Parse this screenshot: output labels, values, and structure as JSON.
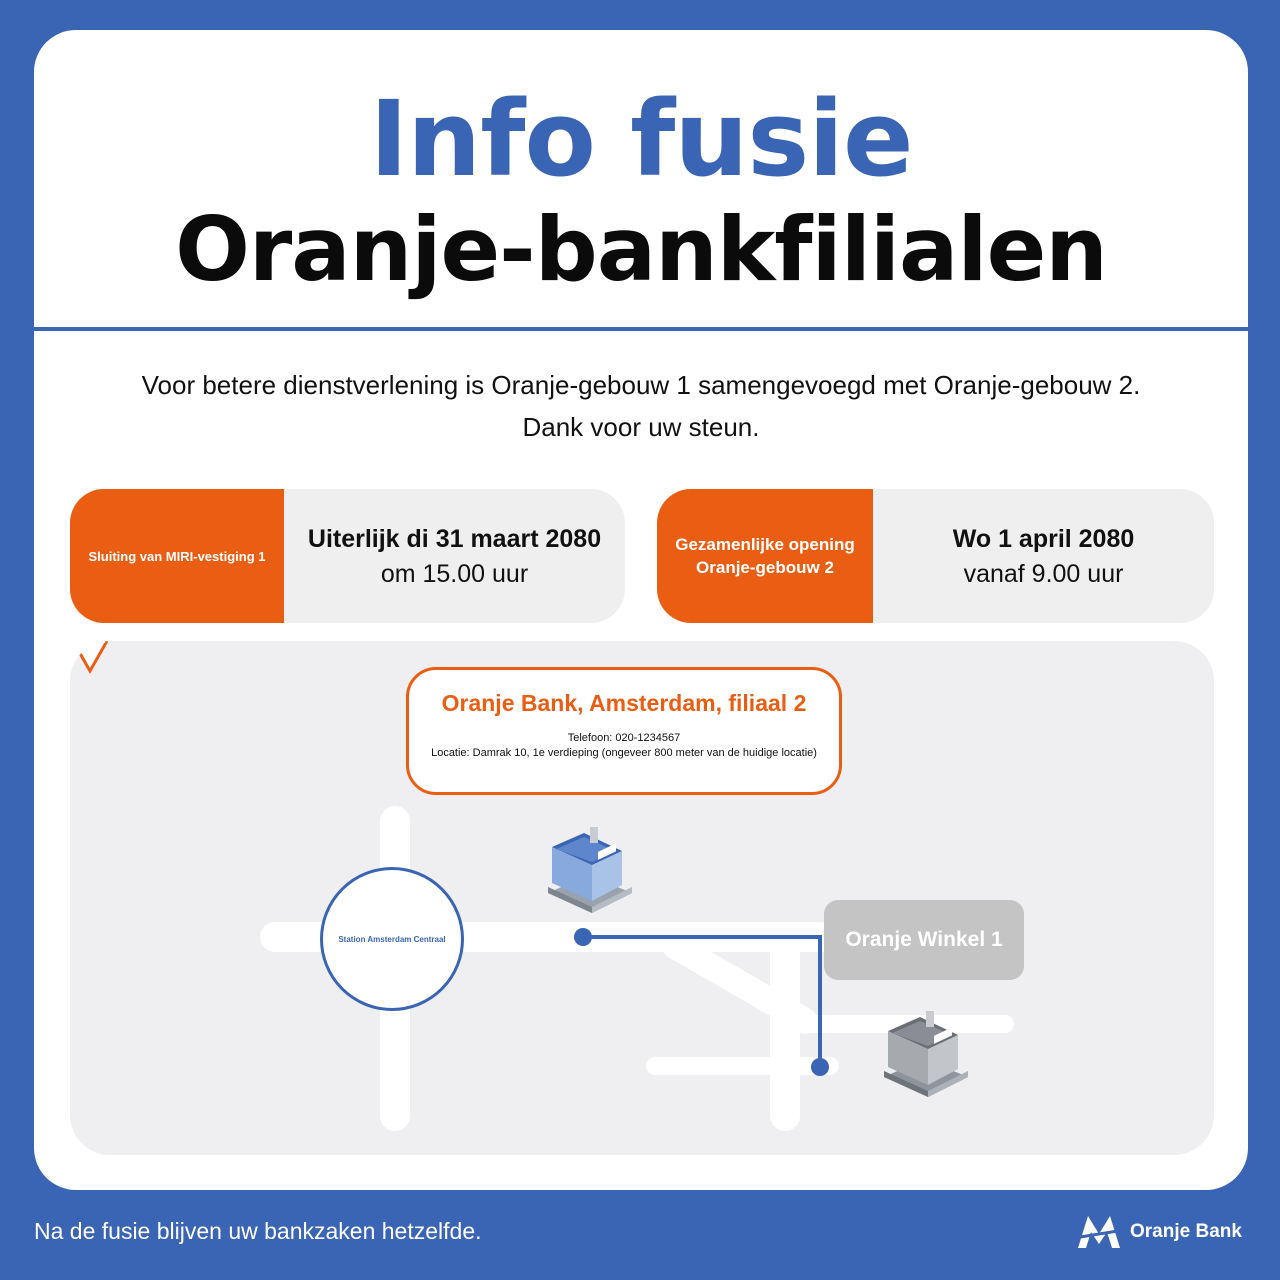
{
  "header": {
    "title_line1": "Info fusie",
    "title_line2": "Oranje-bankfilialen"
  },
  "intro": {
    "line1": "Voor betere dienstverlening is Oranje-gebouw 1 samengevoegd met Oranje-gebouw 2.",
    "line2": "Dank voor uw steun."
  },
  "closing_box": {
    "tag": "Sluiting van MIRI-vestiging 1",
    "date": "Uiterlijk di 31 maart 2080",
    "time": "om 15.00 uur"
  },
  "opening_box": {
    "tag_line1": "Gezamenlijke opening",
    "tag_line2": "Oranje-gebouw 2",
    "date": "Wo 1 april 2080",
    "time": "vanaf 9.00 uur"
  },
  "map": {
    "new_branch": {
      "title": "Oranje Bank, Amsterdam, filiaal 2",
      "phone": "Telefoon: 020-1234567",
      "location": "Locatie: Damrak 10, 1e verdieping (ongeveer 800 meter van de huidige locatie)"
    },
    "old_branch_label": "Oranje Winkel 1",
    "station_label": "Station Amsterdam Centraal"
  },
  "footer": {
    "note": "Na de fusie blijven uw bankzaken hetzelfde.",
    "brand": "Oranje Bank",
    "logo_icon": "m-logo-icon"
  },
  "colors": {
    "brand_blue": "#3a65b4",
    "accent_orange": "#e95e13",
    "panel_grey": "#efefef"
  }
}
